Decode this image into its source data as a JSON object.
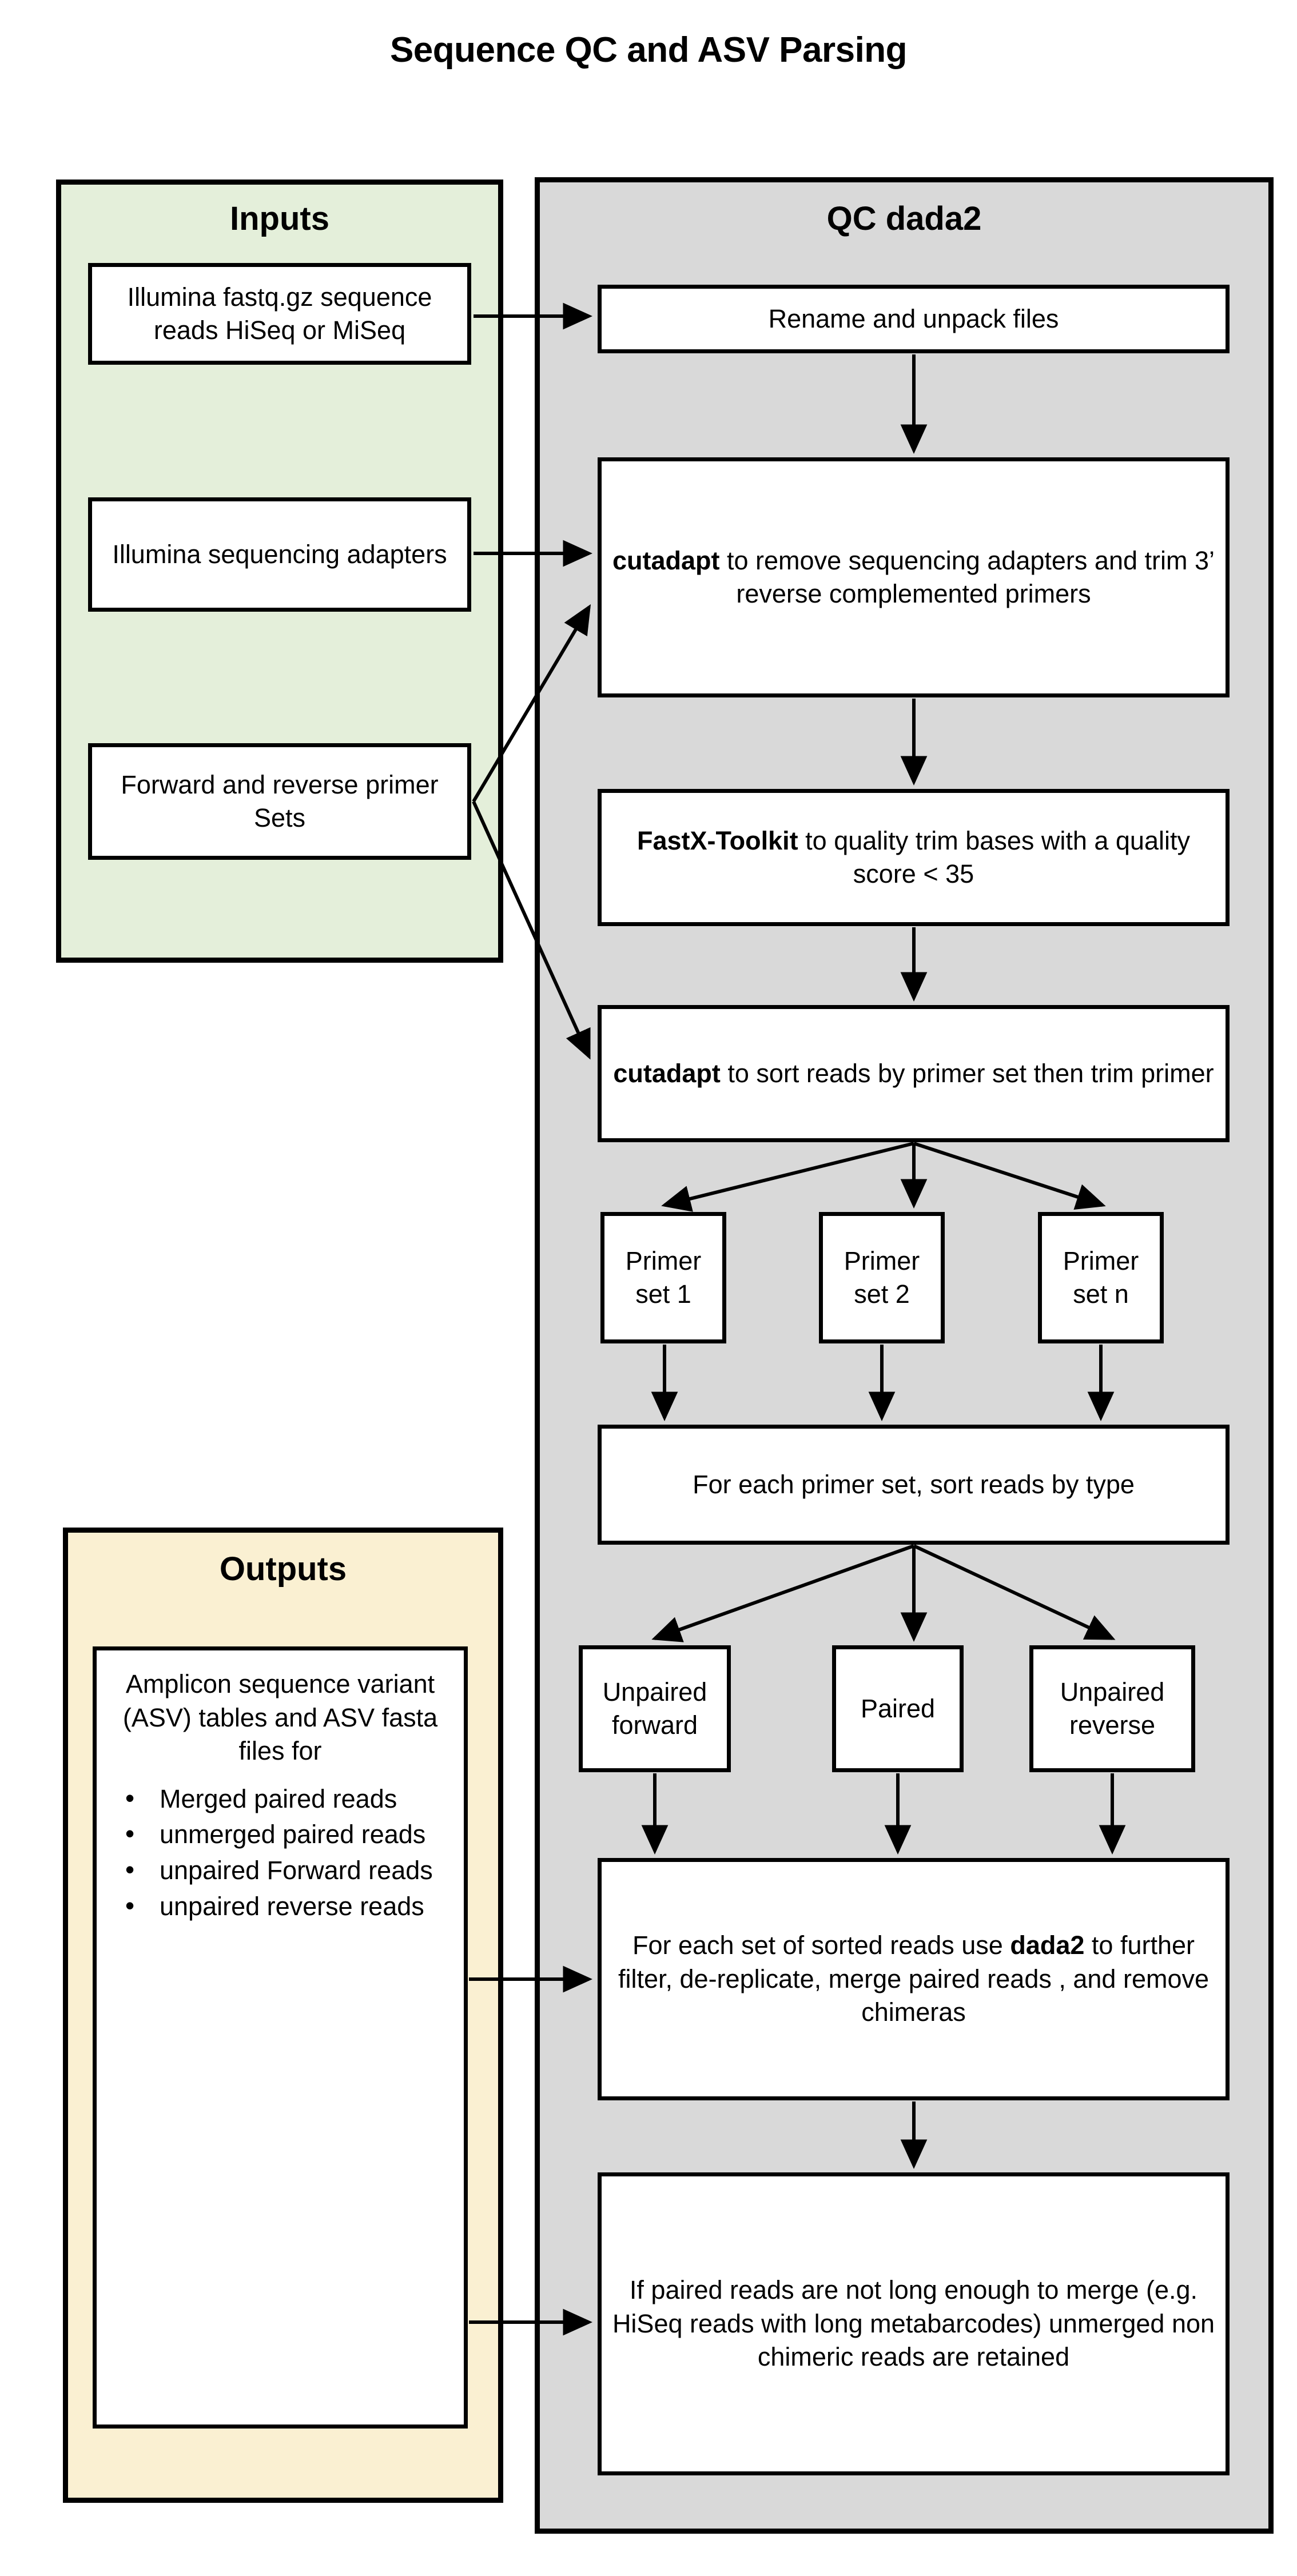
{
  "title": "Sequence QC and ASV Parsing",
  "panels": {
    "inputs": {
      "heading": "Inputs",
      "color": "#E4EFDA",
      "boxes": [
        {
          "id": "illumina-reads",
          "text": "Illumina fastq.gz sequence reads HiSeq or MiSeq"
        },
        {
          "id": "illumina-adapters",
          "text": "Illumina sequencing adapters"
        },
        {
          "id": "primer-sets",
          "text": "Forward and reverse primer Sets"
        }
      ]
    },
    "qc": {
      "heading": "QC dada2",
      "color": "#D9D9D9",
      "boxes": [
        {
          "id": "rename-unpack",
          "text": "Rename and unpack files"
        },
        {
          "id": "cutadapt-adapters",
          "bold": "cutadapt",
          "rest": " to remove sequencing adapters and trim 3’ reverse complemented primers"
        },
        {
          "id": "fastx-toolkit",
          "bold": "FastX-Toolkit",
          "rest": " to quality trim bases with a quality score < 35"
        },
        {
          "id": "cutadapt-sort",
          "bold": "cutadapt",
          "rest": " to sort reads by primer set then trim primer"
        },
        {
          "id": "primer-set-1",
          "text": "Primer set 1"
        },
        {
          "id": "primer-set-2",
          "text": "Primer set 2"
        },
        {
          "id": "primer-set-n",
          "text": "Primer set n"
        },
        {
          "id": "sort-by-type",
          "text": "For each primer set, sort reads by type"
        },
        {
          "id": "unpaired-forward",
          "text": "Unpaired forward"
        },
        {
          "id": "paired",
          "text": "Paired"
        },
        {
          "id": "unpaired-reverse",
          "text": "Unpaired reverse"
        },
        {
          "id": "dada2-filter",
          "pre": "For each set of sorted reads use ",
          "bold": "dada2",
          "rest": " to further filter, de-replicate, merge paired reads , and remove chimeras"
        },
        {
          "id": "retain-unmerged",
          "text": "If paired reads are not long enough to merge (e.g. HiSeq reads with long metabarcodes) unmerged non chimeric reads are retained"
        }
      ]
    },
    "outputs": {
      "heading": "Outputs",
      "color": "#FAF0D2",
      "box": {
        "id": "asv-outputs",
        "head": "Amplicon sequence variant (ASV) tables  and ASV fasta files for",
        "bullets": [
          "Merged paired reads",
          "unmerged paired reads",
          "unpaired Forward reads",
          "unpaired reverse reads"
        ]
      }
    }
  }
}
